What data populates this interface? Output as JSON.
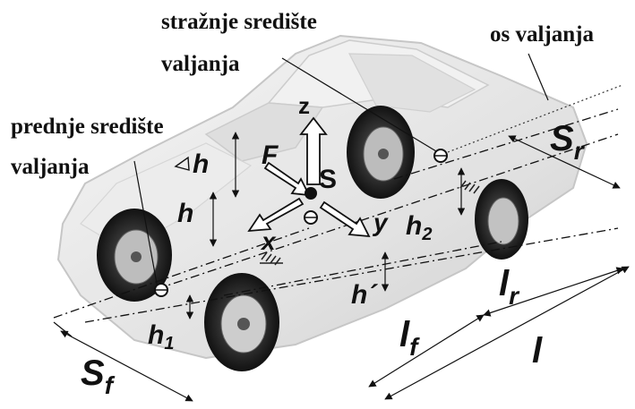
{
  "labels": {
    "rear_center_line1": "stražnje središte",
    "rear_center_line2": "valjanja",
    "roll_axis": "os valjanja",
    "front_center_line1": "prednje središte",
    "front_center_line2": "valjanja"
  },
  "symbols": {
    "z": "z",
    "F": "F",
    "S": "S",
    "x": "x",
    "y": "y",
    "delta_h": "h",
    "h": "h",
    "h_prime": "h´",
    "h1_base": "h",
    "h1_sub": "1",
    "h2_base": "h",
    "h2_sub": "2",
    "Sr_base": "S",
    "Sr_sub": "r",
    "Sf_base": "S",
    "Sf_sub": "f",
    "lr_base": "l",
    "lr_sub": "r",
    "lf_base": "l",
    "lf_sub": "f",
    "l": "l"
  },
  "colors": {
    "car_body": "#e6e6e6",
    "car_shadow": "#bdbdbd",
    "tire": "#2a2a2a",
    "rim": "#cfcfcf",
    "ink": "#111111"
  }
}
